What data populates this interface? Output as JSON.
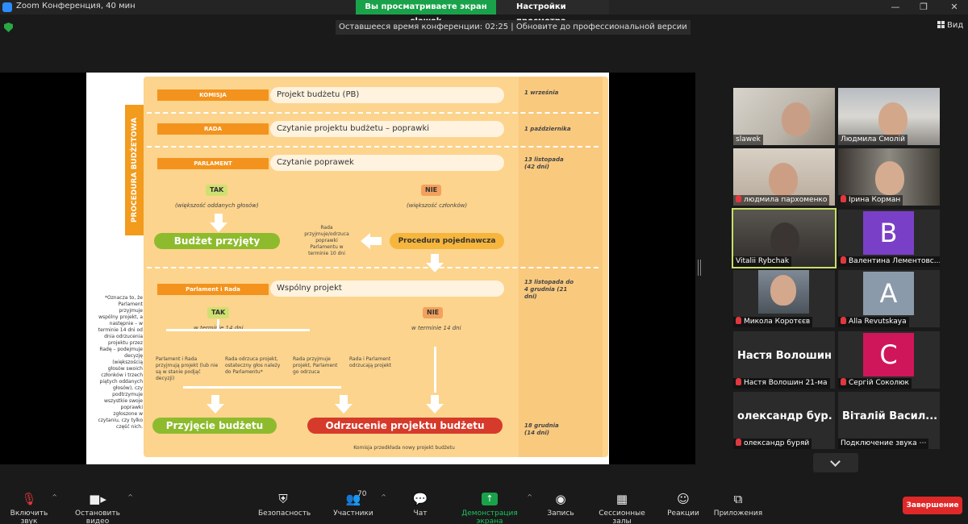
{
  "window": {
    "title": "Zoom Конференция, 40 мин",
    "sharing_banner": "Вы просматриваете экран slawek",
    "view_options": "Настройки просмотра ⌄"
  },
  "meeting_info": {
    "timer_text": "Оставшееся время конференции: 02:25 | Обновите до профессиональной версии",
    "view_label": "Вид"
  },
  "slide": {
    "vertical_label": "PROCEDURA BUDŻETOWA",
    "stages": [
      {
        "tag": "KOMISJA",
        "text": "Projekt budżetu (PB)",
        "date": "1 września"
      },
      {
        "tag": "RADA",
        "text": "Czytanie projektu budżetu – poprawki",
        "date": "1 października"
      },
      {
        "tag": "PARLAMENT",
        "text": "Czytanie poprawek",
        "date": "13 listopada (42 dni)"
      }
    ],
    "upper_yes": "TAK",
    "upper_yes_note": "(większość oddanych głosów)",
    "upper_no": "NIE",
    "upper_no_note": "(większość członków)",
    "budget_adopted": "Budżet przyjęty",
    "rada_note": "Rada przyjmuje/odrzuca poprawki Parlamentu w terminie 10 dni",
    "conciliation": "Procedura pojednawcza",
    "joint_tag": "Parlament i Rada",
    "joint_text": "Wspólny projekt",
    "joint_date": "13 listopada do 4 grudnia (21 dni)",
    "lower_yes": "TAK",
    "lower_yes_note": "w terminie 14 dni",
    "lower_no": "NIE",
    "lower_no_note": "w terminie 14 dni",
    "outcome_1": "Parlament i Rada przyjmują projekt (lub nie są w stanie podjąć decyzji)",
    "outcome_2": "Rada odrzuca projekt, ostateczny głos należy do Parlamentu*",
    "outcome_3": "Rada przyjmuje projekt, Parlament go odrzuca",
    "outcome_4": "Rada i Parlament odrzucają projekt",
    "adoption": "Przyjęcie budżetu",
    "rejection": "Odrzucenie projektu budżetu",
    "final_date": "18 grudnia (14 dni)",
    "new_project_note": "Komisja przedkłada nowy projekt budżetu",
    "side_note": "*Oznacza to, że Parlament przyjmuje wspólny projekt, a następnie – w terminie 14 dni od dnia odrzucenia projektu przez Radę – podejmuje decyzję (większością głosów swoich członków i trzech piątych oddanych głosów), czy podtrzymuje wszystkie swoje poprawki zgłoszone w czytaniu, czy tylko część nich."
  },
  "participants": [
    {
      "name": "slawek",
      "muted": false,
      "type": "video",
      "avatar": ""
    },
    {
      "name": "Людмила Смолій",
      "muted": false,
      "type": "video",
      "avatar": ""
    },
    {
      "name": "людмила пархоменко",
      "muted": true,
      "type": "video",
      "avatar": ""
    },
    {
      "name": "Ірина Корман",
      "muted": true,
      "type": "video",
      "avatar": ""
    },
    {
      "name": "Vitalii Rybchak",
      "muted": false,
      "type": "video",
      "avatar": ""
    },
    {
      "name": "Валентина Лементовс...",
      "muted": true,
      "type": "avatar",
      "avatar": "B"
    },
    {
      "name": "Микола Коротєєв",
      "muted": true,
      "type": "video",
      "avatar": ""
    },
    {
      "name": "Alla Revutskaya",
      "muted": true,
      "type": "avatar",
      "avatar": "A"
    },
    {
      "name": "Настя Волошин 21-ма",
      "muted": true,
      "type": "name",
      "avatar": "",
      "display": "Настя Волошин..."
    },
    {
      "name": "Сергій Соколюк",
      "muted": true,
      "type": "avatar",
      "avatar": "C"
    },
    {
      "name": "олександр буряй",
      "muted": true,
      "type": "name",
      "avatar": "",
      "display": "олександр бур..."
    },
    {
      "name": "Подключение звука ⋯",
      "muted": false,
      "type": "name",
      "avatar": "",
      "display": "Віталій Васил..."
    }
  ],
  "toolbar": {
    "unmute": "Включить звук",
    "stop_video": "Остановить видео",
    "security": "Безопасность",
    "participants": "Участники",
    "participants_count": "70",
    "chat": "Чат",
    "share_screen": "Демонстрация экрана",
    "record": "Запись",
    "breakout": "Сессионные залы",
    "reactions": "Реакции",
    "apps": "Приложения",
    "end": "Завершение"
  },
  "colors": {
    "accent_green": "#1aa24a",
    "end_red": "#e02828",
    "active_speaker": "#c8df6a"
  },
  "icons": [
    "zoom-logo-icon",
    "shield-icon",
    "view-grid-icon",
    "microphone-muted-icon",
    "video-camera-icon",
    "security-shield-icon",
    "participants-icon",
    "chat-bubble-icon",
    "share-screen-arrow-icon",
    "record-circle-icon",
    "breakout-rooms-icon",
    "reactions-smile-icon",
    "apps-icon",
    "chevron-down-icon"
  ]
}
